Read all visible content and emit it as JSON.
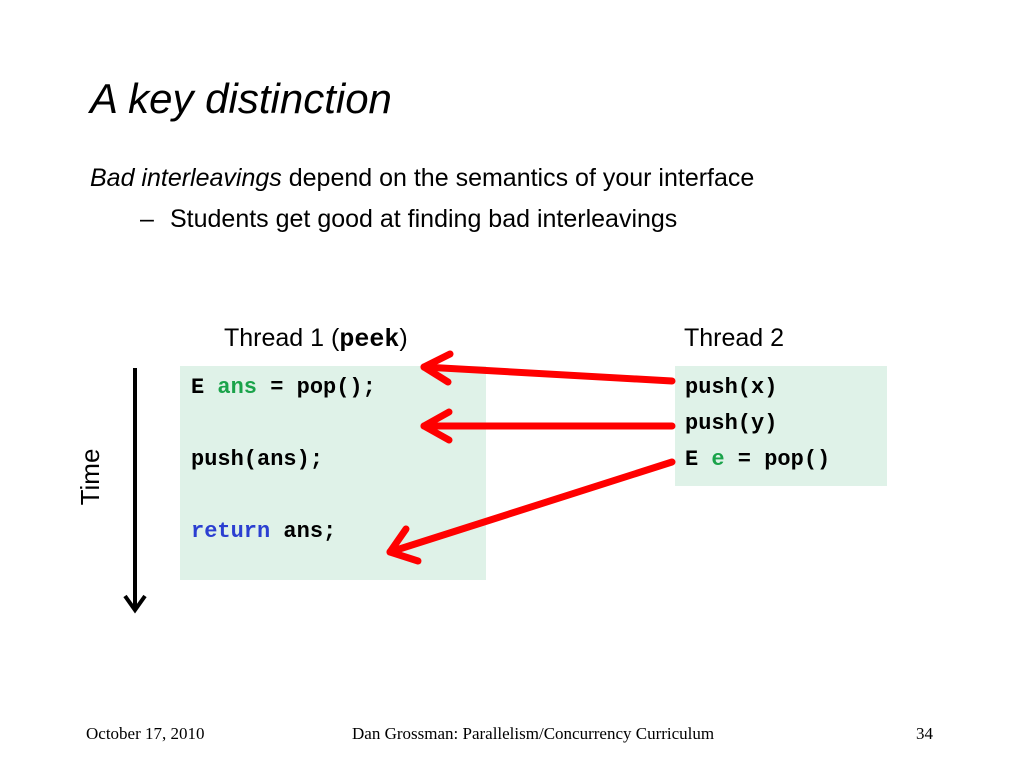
{
  "slide": {
    "title": "A key distinction",
    "bullet1": {
      "emphasis": "Bad interleavings",
      "rest": " depend on the semantics of your interface"
    },
    "bullet2": {
      "dash": "–",
      "text": "Students get good at finding bad interleavings"
    }
  },
  "thread1": {
    "label_prefix": "Thread 1 (",
    "label_code": "peek",
    "label_suffix": ")",
    "lines": [
      {
        "prefix": "E ",
        "keyword": "ans",
        "rest": " = pop();"
      },
      {
        "text": "push(ans);"
      },
      {
        "keyword": "return",
        "rest": " ans;"
      }
    ]
  },
  "thread2": {
    "label": "Thread 2",
    "lines": [
      {
        "text": "push(x)"
      },
      {
        "text": "push(y)"
      },
      {
        "prefix": "E ",
        "keyword": "e",
        "rest": " = pop()"
      }
    ]
  },
  "time_label": "Time",
  "colors": {
    "arrow": "#ff0000",
    "code_bg": "#dff2e8",
    "keyword_green": "#1aa34a",
    "keyword_blue": "#2b3fd1"
  },
  "footer": {
    "date": "October 17, 2010",
    "author": "Dan Grossman: Parallelism/Concurrency Curriculum",
    "page": "34"
  }
}
